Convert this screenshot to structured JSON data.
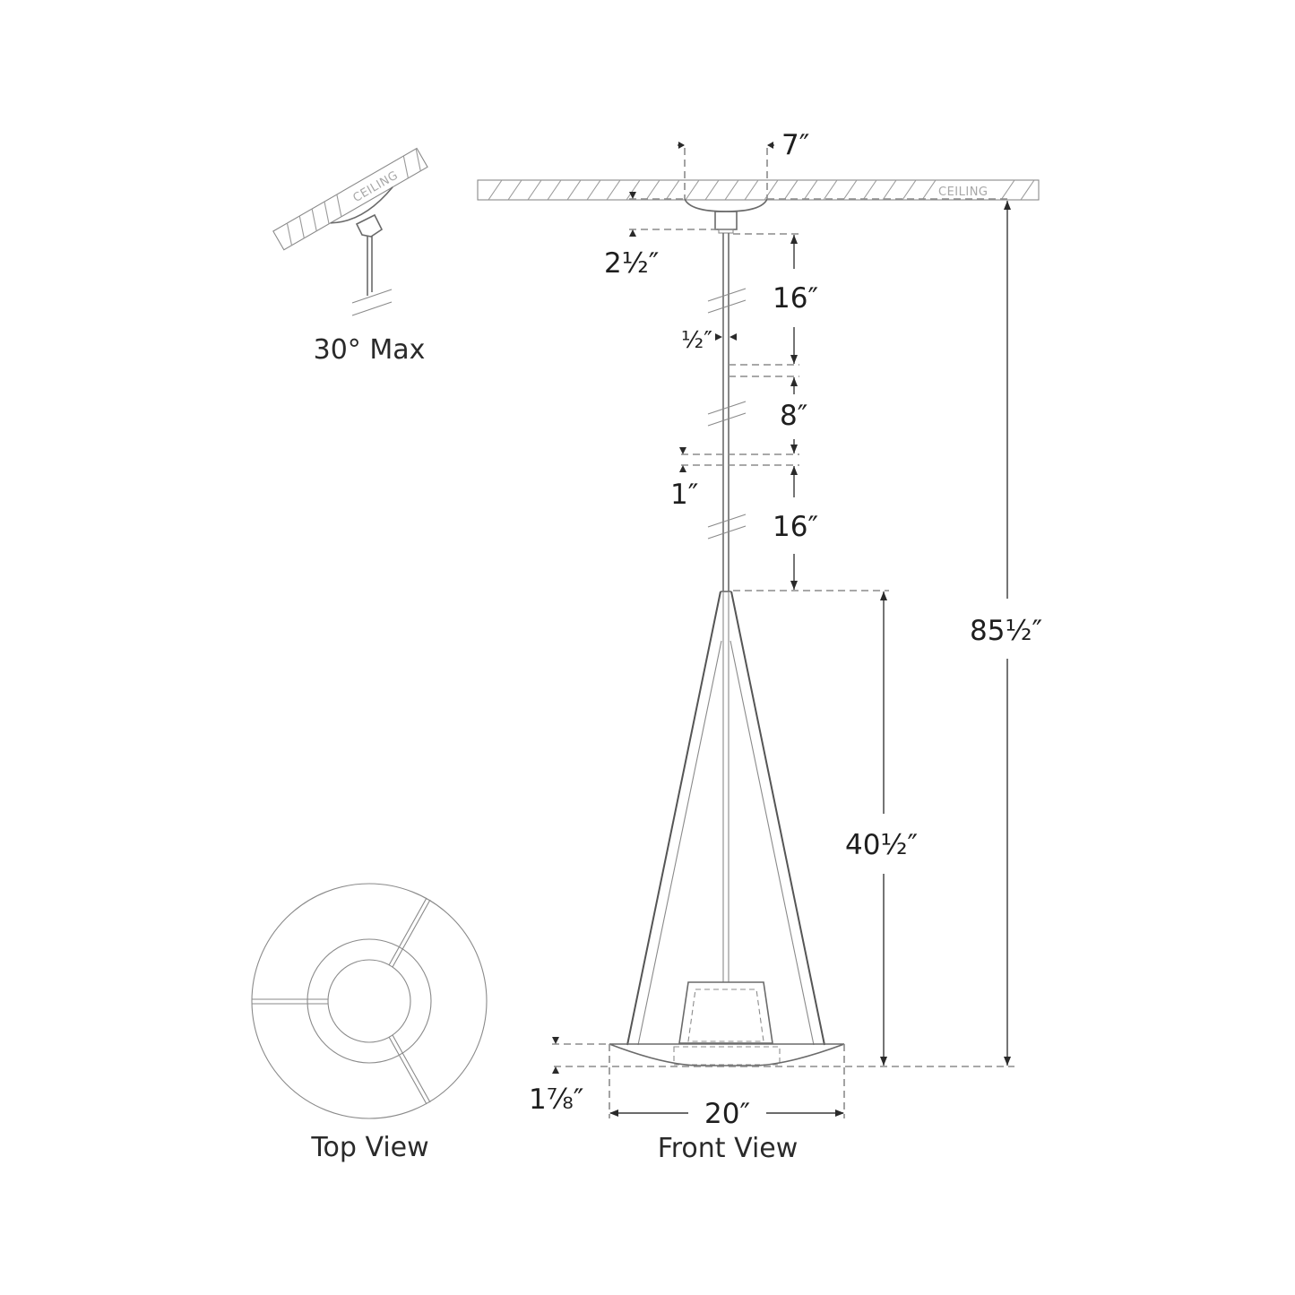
{
  "drawing": {
    "views": {
      "slope_view": {
        "caption": "30° Max",
        "ceiling_label": "CEILING"
      },
      "front_view": {
        "caption": "Front View",
        "ceiling_label": "CEILING"
      },
      "top_view": {
        "caption": "Top View"
      }
    },
    "dimensions": {
      "canopy_width": "7″",
      "canopy_height": "2½″",
      "stem_section_1": "16″",
      "stem_diameter": "½″",
      "stem_section_2": "8″",
      "coupler_gap": "1″",
      "stem_section_3": "16″",
      "fixture_height": "40½″",
      "overall_height": "85½″",
      "shade_depth": "1⅞″",
      "shade_width": "20″"
    },
    "colors": {
      "line": "#6a6a6a",
      "dimension": "#3a3a3a",
      "text": "#1e1e1e",
      "background": "#ffffff"
    }
  }
}
